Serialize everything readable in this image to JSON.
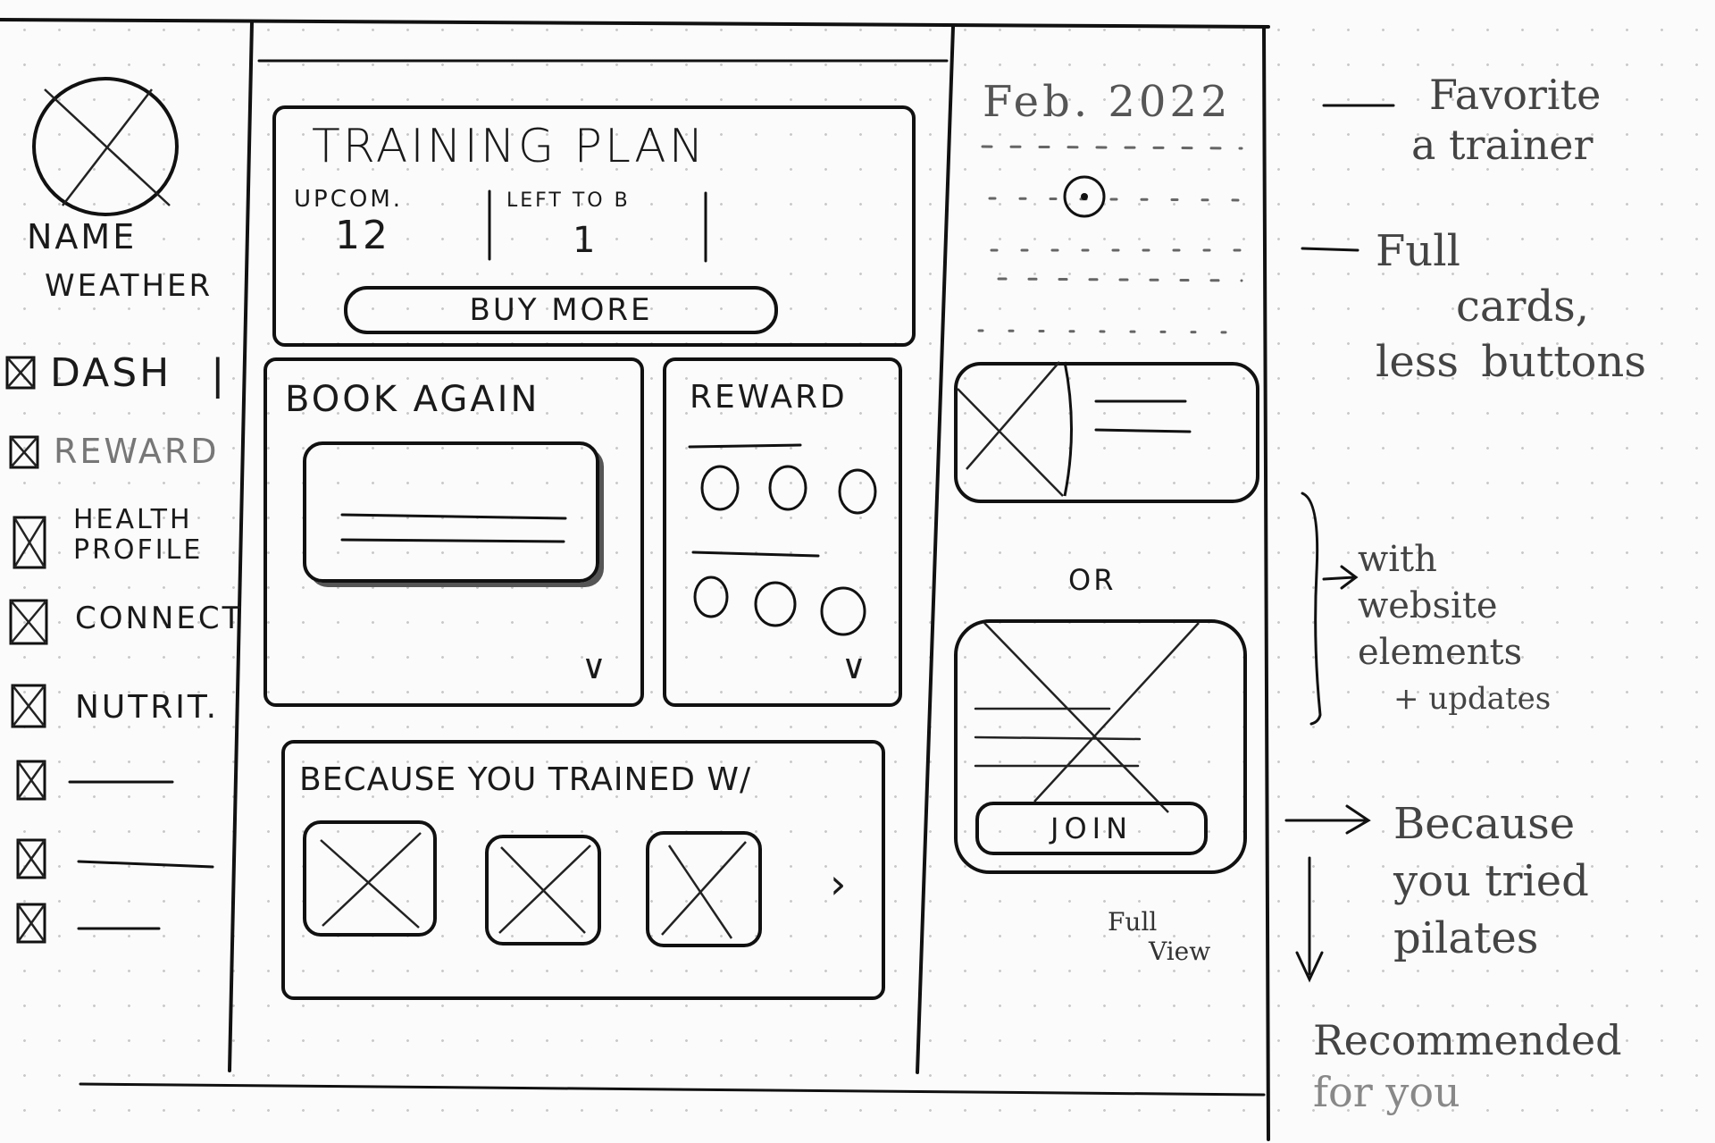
{
  "sidebar": {
    "name": "NAME",
    "weather": "WEATHER",
    "items": [
      {
        "label": "DASH",
        "marker": "|"
      },
      {
        "label": "REWARD"
      },
      {
        "label": "HEALTH PROFILE"
      },
      {
        "label": "CONNECT"
      },
      {
        "label": "NUTRIT."
      },
      {
        "label": ""
      },
      {
        "label": ""
      },
      {
        "label": ""
      }
    ]
  },
  "training_plan": {
    "title": "TRAINING PLAN",
    "upcoming_label": "UPCOM.",
    "upcoming_value": "12",
    "left_label": "LEFT TO B",
    "left_value": "1",
    "buy_more_label": "BUY MORE"
  },
  "book_again": {
    "title": "BOOK AGAIN"
  },
  "reward": {
    "title": "REWARD"
  },
  "because": {
    "title": "BECAUSE YOU TRAINED W/"
  },
  "right_panel": {
    "month": "Feb. 2022",
    "or_label": "OR",
    "join_label": "JOIN",
    "full_view_line1": "Full",
    "full_view_line2": "View"
  },
  "notes": {
    "favorite_line1": "Favorite",
    "favorite_line2": "a trainer",
    "full_cards_line1": "Full",
    "full_cards_line2": "cards,",
    "less_buttons_line1": "less",
    "less_buttons_line2": "buttons",
    "website_line1": "with",
    "website_line2": "website",
    "website_line3": "elements",
    "website_line4": "+ updates",
    "because_tried_line1": "Because",
    "because_tried_line2": "you tried",
    "because_tried_line3": "pilates",
    "recommended_line1": "Recommended",
    "recommended_line2": "for you"
  }
}
